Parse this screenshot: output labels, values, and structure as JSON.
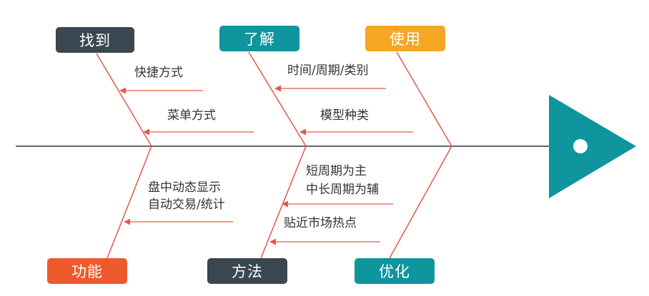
{
  "categories": {
    "find": {
      "label": "找到",
      "color": "#3a4750"
    },
    "understand": {
      "label": "了解",
      "color": "#0e959e"
    },
    "use": {
      "label": "使用",
      "color": "#f5a623"
    },
    "function": {
      "label": "功能",
      "color": "#ee5a2c"
    },
    "method": {
      "label": "方法",
      "color": "#3a4750"
    },
    "optimize": {
      "label": "优化",
      "color": "#0e959e"
    }
  },
  "causes": {
    "shortcut": "快捷方式",
    "menu": "菜单方式",
    "time_cycle_type": "时间/周期/类别",
    "model_type": "模型种类",
    "intraday_line1": "盘中动态显示",
    "intraday_line2": "自动交易/统计",
    "short_cycle": "短周期为主",
    "mid_long_cycle": "中长周期为辅",
    "hotspot": "贴近市场热点"
  },
  "colors": {
    "spine": "#333333",
    "bone": "#e05a4a",
    "head": "#0e959e"
  }
}
